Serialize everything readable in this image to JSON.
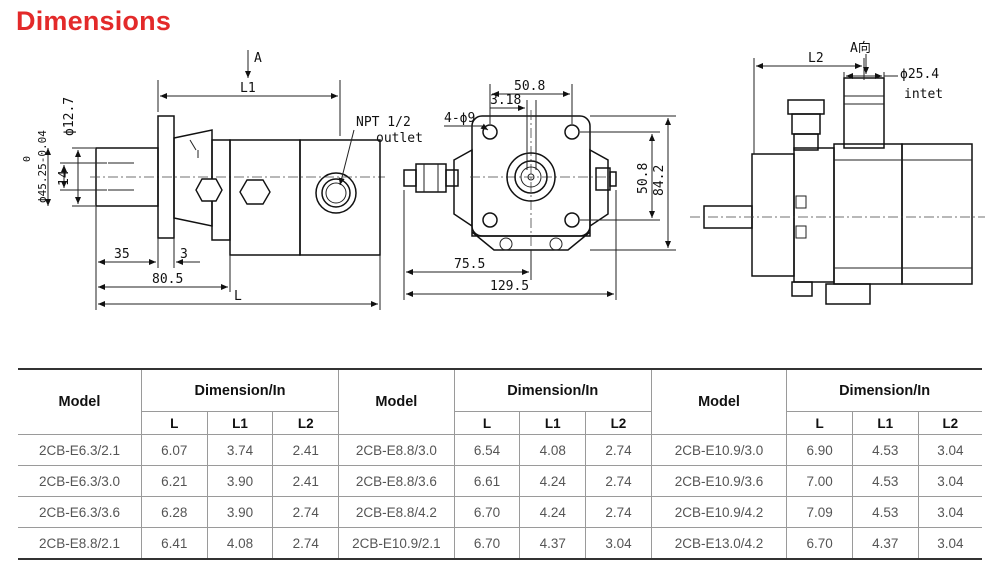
{
  "title": "Dimensions",
  "drawing": {
    "left": {
      "view_arrow": "A",
      "L1": "L1",
      "npt": "NPT 1/2",
      "outlet": "outlet",
      "d12": "ϕ12.7",
      "d45": "ϕ45.25-0.04",
      "d45tol": "0",
      "d14": "14",
      "d35": "35",
      "d3": "3",
      "d80": "80.5",
      "L": "L"
    },
    "middle": {
      "d508top": "50.8",
      "d318": "3.18",
      "holes": "4-ϕ9",
      "d508side": "50.8",
      "d842": "84.2",
      "d755": "75.5",
      "d1295": "129.5"
    },
    "right": {
      "view": "A向",
      "L2": "L2",
      "d254": "ϕ25.4",
      "intet": "intet"
    }
  },
  "table": {
    "model_header": "Model",
    "dimension_header": "Dimension/In",
    "sub_headers": [
      "L",
      "L1",
      "L2"
    ],
    "rows": [
      [
        [
          "2CB-E6.3/2.1",
          "6.07",
          "3.74",
          "2.41"
        ],
        [
          "2CB-E8.8/3.0",
          "6.54",
          "4.08",
          "2.74"
        ],
        [
          "2CB-E10.9/3.0",
          "6.90",
          "4.53",
          "3.04"
        ]
      ],
      [
        [
          "2CB-E6.3/3.0",
          "6.21",
          "3.90",
          "2.41"
        ],
        [
          "2CB-E8.8/3.6",
          "6.61",
          "4.24",
          "2.74"
        ],
        [
          "2CB-E10.9/3.6",
          "7.00",
          "4.53",
          "3.04"
        ]
      ],
      [
        [
          "2CB-E6.3/3.6",
          "6.28",
          "3.90",
          "2.74"
        ],
        [
          "2CB-E8.8/4.2",
          "6.70",
          "4.24",
          "2.74"
        ],
        [
          "2CB-E10.9/4.2",
          "7.09",
          "4.53",
          "3.04"
        ]
      ],
      [
        [
          "2CB-E8.8/2.1",
          "6.41",
          "4.08",
          "2.74"
        ],
        [
          "2CB-E10.9/2.1",
          "6.70",
          "4.37",
          "3.04"
        ],
        [
          "2CB-E13.0/4.2",
          "6.70",
          "4.37",
          "3.04"
        ]
      ]
    ]
  }
}
